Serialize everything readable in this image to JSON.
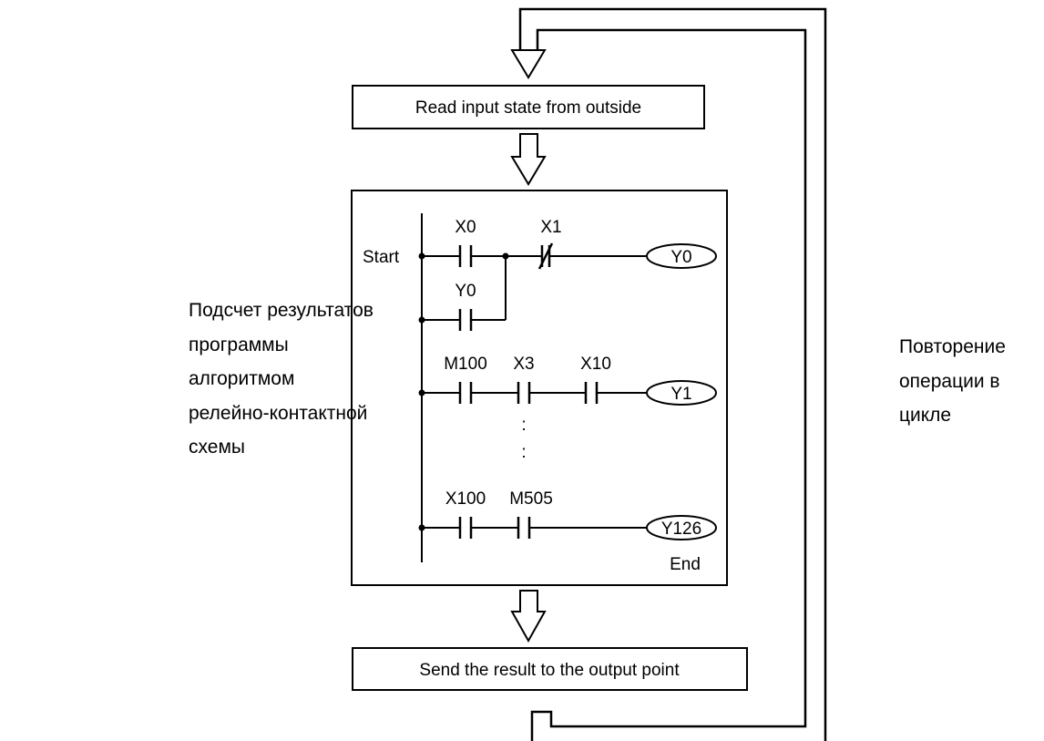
{
  "flow": {
    "read_input": "Read input state from outside",
    "send_output": "Send the result to the output point"
  },
  "ladder": {
    "start_label": "Start",
    "end_label": "End",
    "rungs": [
      {
        "contacts": [
          {
            "label": "X0",
            "type": "NO"
          },
          {
            "label": "X1",
            "type": "NC"
          }
        ],
        "coil": "Y0",
        "branch": {
          "label": "Y0",
          "type": "NO"
        }
      },
      {
        "contacts": [
          {
            "label": "M100",
            "type": "NO"
          },
          {
            "label": "X3",
            "type": "NO"
          },
          {
            "label": "X10",
            "type": "NO"
          }
        ],
        "coil": "Y1"
      },
      {
        "contacts": [
          {
            "label": "X100",
            "type": "NO"
          },
          {
            "label": "M505",
            "type": "NO"
          }
        ],
        "coil": "Y126"
      }
    ],
    "ellipsis": ":"
  },
  "notes": {
    "left": [
      "Подсчет результатов",
      "программы",
      "алгоритмом",
      "релейно-контактной",
      "схемы"
    ],
    "right": [
      "Повторение",
      "операции в",
      "цикле"
    ]
  }
}
